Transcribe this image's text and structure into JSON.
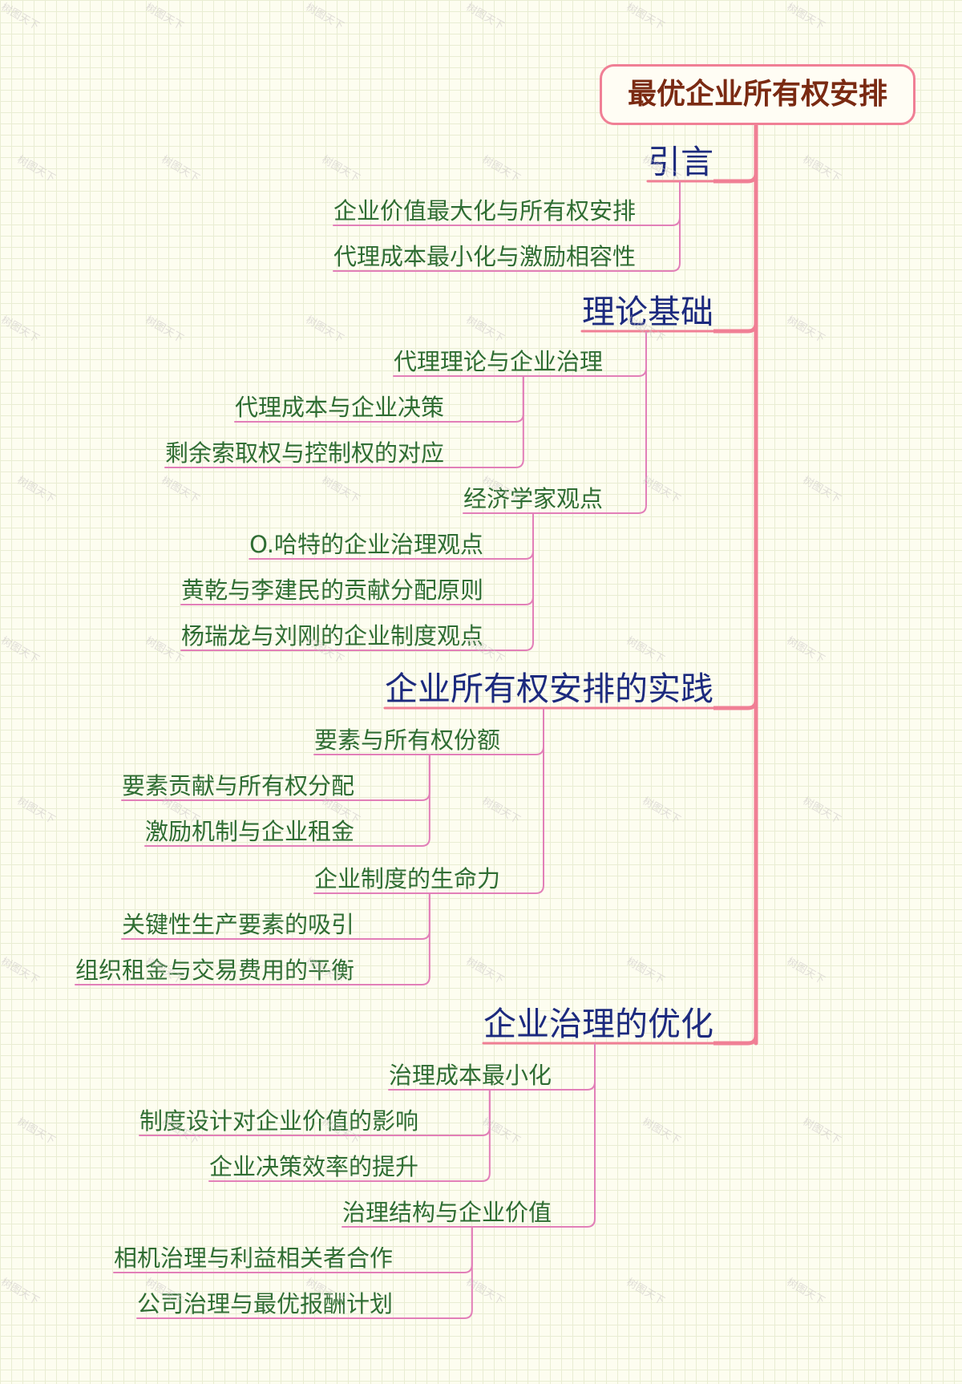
{
  "root": {
    "label": "最优企业所有权安排"
  },
  "branches": [
    {
      "label": "引言",
      "children": [
        {
          "label": "企业价值最大化与所有权安排"
        },
        {
          "label": "代理成本最小化与激励相容性"
        }
      ]
    },
    {
      "label": "理论基础",
      "children": [
        {
          "label": "代理理论与企业治理",
          "children": [
            {
              "label": "代理成本与企业决策"
            },
            {
              "label": "剩余索取权与控制权的对应"
            }
          ]
        },
        {
          "label": "经济学家观点",
          "children": [
            {
              "label": "O.哈特的企业治理观点"
            },
            {
              "label": "黄乾与李建民的贡献分配原则"
            },
            {
              "label": "杨瑞龙与刘刚的企业制度观点"
            }
          ]
        }
      ]
    },
    {
      "label": "企业所有权安排的实践",
      "children": [
        {
          "label": "要素与所有权份额",
          "children": [
            {
              "label": "要素贡献与所有权分配"
            },
            {
              "label": "激励机制与企业租金"
            }
          ]
        },
        {
          "label": "企业制度的生命力",
          "children": [
            {
              "label": "关键性生产要素的吸引"
            },
            {
              "label": "组织租金与交易费用的平衡"
            }
          ]
        }
      ]
    },
    {
      "label": "企业治理的优化",
      "children": [
        {
          "label": "治理成本最小化",
          "children": [
            {
              "label": "制度设计对企业价值的影响"
            },
            {
              "label": "企业决策效率的提升"
            }
          ]
        },
        {
          "label": "治理结构与企业价值",
          "children": [
            {
              "label": "相机治理与利益相关者合作"
            },
            {
              "label": "公司治理与最优报酬计划"
            }
          ]
        }
      ]
    }
  ],
  "watermark": "树图天下",
  "colors": {
    "spine": "#f07f95",
    "branch_line": "#e27fb8",
    "level1_text": "#1c2a7e",
    "leaf_text": "#2f6d33",
    "root_text": "#7a2a12"
  }
}
